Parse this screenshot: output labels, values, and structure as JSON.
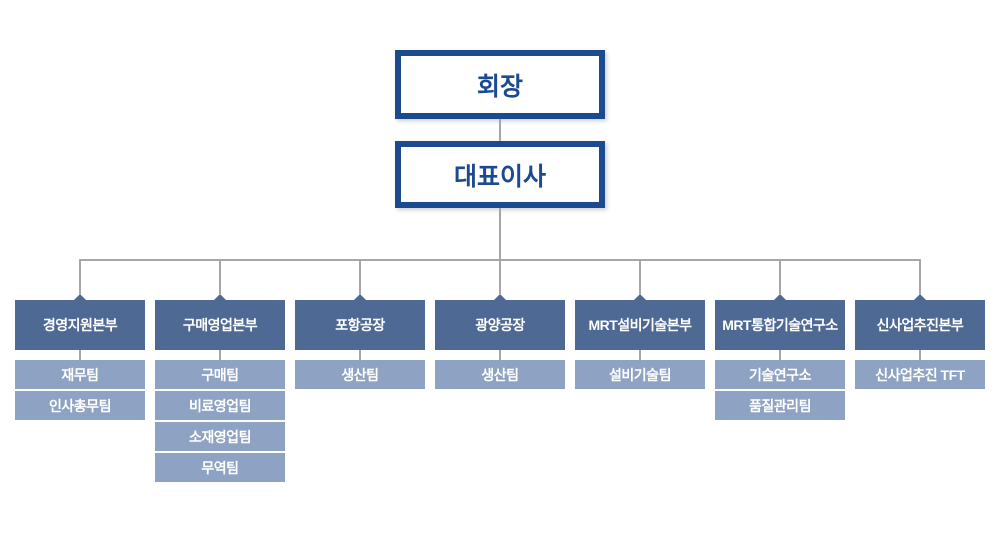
{
  "org_chart": {
    "chairman": {
      "label": "회장"
    },
    "ceo": {
      "label": "대표이사"
    },
    "departments": [
      {
        "label": "경영지원본부",
        "teams": [
          "재무팀",
          "인사총무팀"
        ]
      },
      {
        "label": "구매영업본부",
        "teams": [
          "구매팀",
          "비료영업팀",
          "소재영업팀",
          "무역팀"
        ]
      },
      {
        "label": "포항공장",
        "teams": [
          "생산팀"
        ]
      },
      {
        "label": "광양공장",
        "teams": [
          "생산팀"
        ]
      },
      {
        "label": "MRT설비기술본부",
        "teams": [
          "설비기술팀"
        ]
      },
      {
        "label": "MRT통합기술연구소",
        "teams": [
          "기술연구소",
          "품질관리팀"
        ]
      },
      {
        "label": "신사업추진본부",
        "teams": [
          "신사업추진 TFT"
        ]
      }
    ],
    "colors": {
      "title_border": "#1b4a8e",
      "title_text": "#1b4a8e",
      "department_fill": "#4e6a94",
      "team_fill": "#8ea3c3",
      "box_text": "#ffffff",
      "connector": "#a6a6a6",
      "background": "#ffffff"
    }
  }
}
